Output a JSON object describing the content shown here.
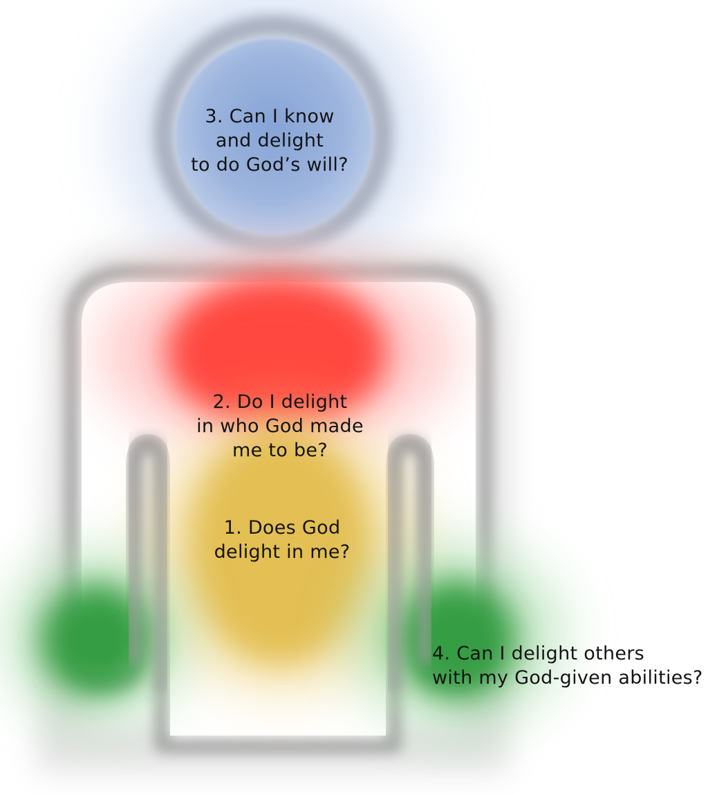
{
  "diagram": {
    "colors": {
      "outline": "#a9a9a9",
      "head_fill": "#8fabd8",
      "heart_red": "#ff3b30",
      "belly_gold": "#e2bc4c",
      "hands_green": "#2e9a3e",
      "background": "#ffffff",
      "text": "#141414"
    },
    "questions": [
      {
        "id": "head",
        "lines": [
          "3. Can I know",
          "and delight",
          "to do God’s will?"
        ]
      },
      {
        "id": "chest",
        "lines": [
          "2. Do I delight",
          "in who God made",
          "me to be?"
        ]
      },
      {
        "id": "belly",
        "lines": [
          "1. Does God",
          "delight in me?"
        ]
      },
      {
        "id": "hands",
        "lines": [
          "4. Can I delight others",
          "with my God-given abilities?"
        ]
      }
    ]
  }
}
